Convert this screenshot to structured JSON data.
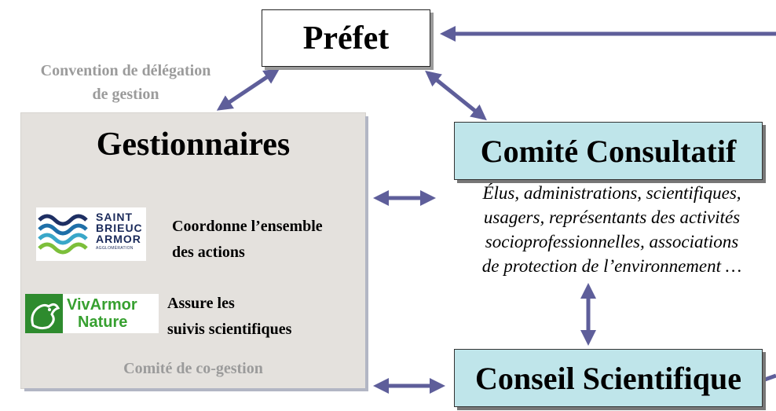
{
  "nodes": {
    "prefet": "Préfet",
    "convention": "Convention de délégation\nde gestion",
    "gestionnaires": {
      "title": "Gestionnaires",
      "saint_brieuc": {
        "logo_text": "SAINT\nBRIEUC\nARMOR",
        "logo_subtext": "AGGLOMÉRATION",
        "role": "Coordonne l’ensemble\ndes actions"
      },
      "vivarmor": {
        "logo_line1": "VivArmor",
        "logo_line2": "Nature",
        "role": "Assure les\nsuivis scientifiques"
      },
      "footer": "Comité de co-gestion"
    },
    "comite_consultatif": {
      "title": "Comité Consultatif",
      "members": "Élus, administrations, scientifiques,\nusagers, représentants des activités\nsocioprofessionnelles, associations\nde protection de l’environnement …"
    },
    "conseil_scientifique": "Conseil Scientifique"
  },
  "colors": {
    "arrow": "#5e5e9a",
    "box_fill_blue": "#bfe5ea",
    "gestionnaires_fill": "#e4e1dd",
    "muted_text": "#9b9b9b"
  }
}
